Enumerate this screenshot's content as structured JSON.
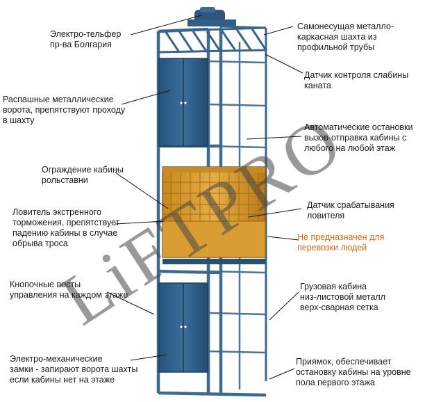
{
  "labels": {
    "hoist": [
      "Электро-тельфер",
      "пр-ва Болгария"
    ],
    "frame": [
      "Самонесущая металло-",
      "каркасная шахта из",
      "профильной трубы"
    ],
    "rope_sensor": [
      "Датчик контроля слабины",
      "каната"
    ],
    "doors": [
      "Распашные металлические",
      "ворота, препятствуют проходу",
      "в шахту"
    ],
    "auto_stops": [
      "Автоматические остановки",
      "вызов-отправка кабины с",
      "любого на любой этаж"
    ],
    "shutter": [
      "Ограждение кабины",
      "рольставни"
    ],
    "catcher_sensor": [
      "Датчик срабатывания",
      "ловителя"
    ],
    "catcher": [
      "Ловитель экстренного",
      "торможения, препятствует",
      "падению кабины в случае",
      "обрыва троса"
    ],
    "warning": [
      "Не предназначен для",
      "перевозки людей"
    ],
    "buttons": [
      "Кнопочные посты",
      "управления на каждом этаже"
    ],
    "cabin": [
      "Грузовая кабина",
      "низ-листовой металл",
      "верх-сварная сетка"
    ],
    "locks": [
      "Электро-механические",
      "замки - запирают ворота шахты",
      "если кабины нет на этаже"
    ],
    "pit": [
      "Приямок, обеспечивает",
      "остановку кабины на уровне",
      "пола первого этажа"
    ]
  },
  "watermark": "LiFTPRO",
  "colors": {
    "frame": "#3f6a8f",
    "frame_dark": "#2b4d6b",
    "door": "#2e5b85",
    "cabin": "#d89a2a",
    "cabin_dark": "#a8731a",
    "warning_text": "#e06a10"
  }
}
